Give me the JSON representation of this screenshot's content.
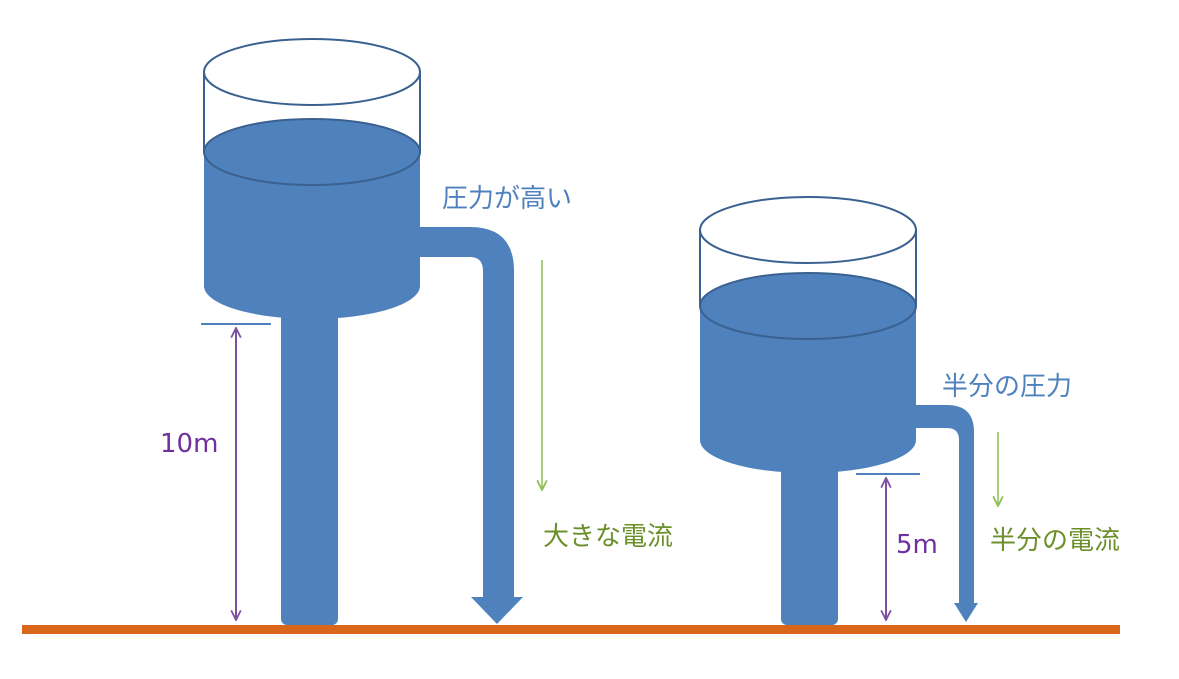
{
  "colors": {
    "water": "#4f81bd",
    "tank_outline": "#3a6190",
    "ground": "#d9661a",
    "height_marker": "#7d4f9e",
    "flow_arrow": "#8cc152",
    "pressure_text": "#4f81bd",
    "current_text": "#6b8f2a",
    "height_text": "#7030a0"
  },
  "tower_tall": {
    "pressure_label": "圧力が高い",
    "current_label": "大きな電流",
    "height_label": "10m"
  },
  "tower_short": {
    "pressure_label": "半分の圧力",
    "current_label": "半分の電流",
    "height_label": "5m"
  }
}
